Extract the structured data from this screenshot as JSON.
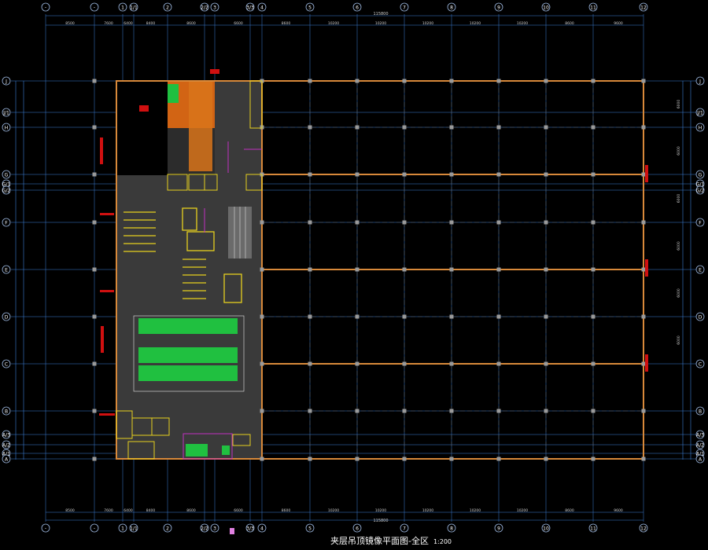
{
  "drawing": {
    "title": "夹层吊顶镜像平面图-全区",
    "scale": "1:200"
  },
  "grid": {
    "columns": [
      "-",
      "-",
      "1",
      "1/1",
      "2",
      "2/2",
      "3",
      "3/3",
      "4",
      "5",
      "6",
      "7",
      "8",
      "9",
      "10",
      "11",
      "12"
    ],
    "rows": [
      "J",
      "J/1",
      "H",
      "G",
      "G/1",
      "G/2",
      "F",
      "E",
      "D",
      "C",
      "B",
      "A/3",
      "A/2",
      "A/1",
      "A"
    ]
  },
  "dimensions": {
    "top_total": "115800",
    "bottom_total": "115800",
    "top_spans": [
      "8500",
      "7600",
      "6400",
      "8400",
      "8600",
      "6600",
      "8600",
      "10200",
      "10200",
      "10200",
      "10200",
      "10200",
      "8600",
      "9600"
    ],
    "right_spans": [
      "6000",
      "6000",
      "6000",
      "6000",
      "6000",
      "6000"
    ]
  },
  "colors": {
    "background": "#000000",
    "axis_line": "#3d7fd6",
    "tag_line": "#9db8e0",
    "orange_outline": "#d8893a",
    "red": "#d01010",
    "green_fill": "#20c040",
    "yellow": "#e6d01e",
    "magenta": "#c030c0",
    "floor_fill": "#3a3a3a",
    "column": "#9a9a9a"
  }
}
